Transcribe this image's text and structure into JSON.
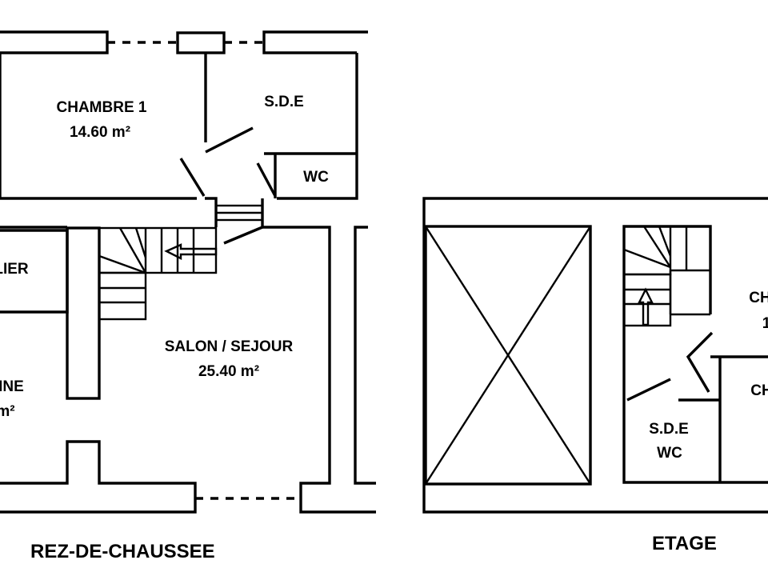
{
  "ground_floor": {
    "title": "REZ-DE-CHAUSSEE",
    "rooms": {
      "chambre1_name": "CHAMBRE 1",
      "chambre1_area": "14.60 m²",
      "sde": "S.D.E",
      "wc": "WC",
      "atelier": "LIER",
      "cuisine_name": "INE",
      "cuisine_area": "m²",
      "salon_name": "SALON / SEJOUR",
      "salon_area": "25.40 m²"
    }
  },
  "upper_floor": {
    "title": "ETAGE",
    "rooms": {
      "sde_wc_line1": "S.D.E",
      "sde_wc_line2": "WC",
      "room_a_name": "CH",
      "room_a_area": "1",
      "room_b_name": "CH"
    }
  }
}
